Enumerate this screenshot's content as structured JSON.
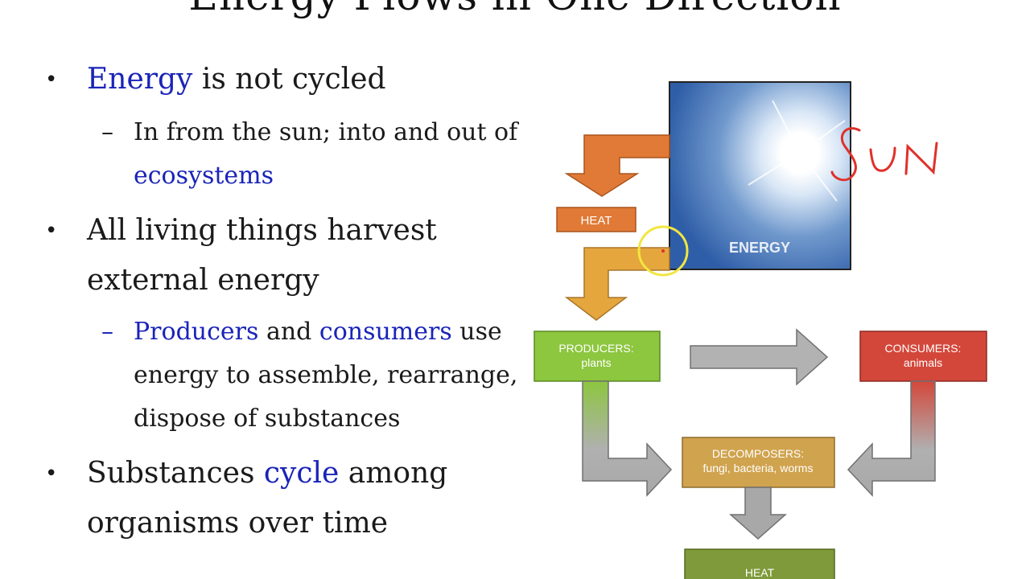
{
  "title": "Energy Flows in One Direction",
  "bullets": {
    "b1": {
      "word": "Energy",
      "rest": " is not cycled"
    },
    "b1_sub": {
      "line1": "In from the sun; into and out of",
      "line2": "ecosystems"
    },
    "b2": {
      "line1": "All living things harvest",
      "line2": "external energy"
    },
    "b2_sub": {
      "w1": "Producers",
      "mid1": " and ",
      "w2": "consumers",
      "mid2": " use",
      "line2": "energy to assemble, rearrange,",
      "line3": "dispose of substances"
    },
    "b3": {
      "pre": "Substances ",
      "word": "cycle",
      "post": " among",
      "line2": "organisms over time"
    },
    "marker": "•",
    "dash": "–"
  },
  "diagram": {
    "sun_box_label": "ENERGY",
    "heat_top": "HEAT",
    "producers_title": "PRODUCERS:",
    "producers_sub": "plants",
    "consumers_title": "CONSUMERS:",
    "consumers_sub": "animals",
    "decomposers_title": "DECOMPOSERS:",
    "decomposers_sub": "fungi, bacteria, worms",
    "heat_bottom": "HEAT",
    "handwritten": "SUN"
  },
  "colors": {
    "accent_blue": "#1a24b8",
    "producers": "#8dc63f",
    "consumers": "#d3473a",
    "decomposers": "#d0a34e",
    "heat_top": "#e07a36",
    "heat_bottom": "#7e9a3a",
    "annotation_red": "#e0302a",
    "cursor_ring": "#f2e640"
  }
}
